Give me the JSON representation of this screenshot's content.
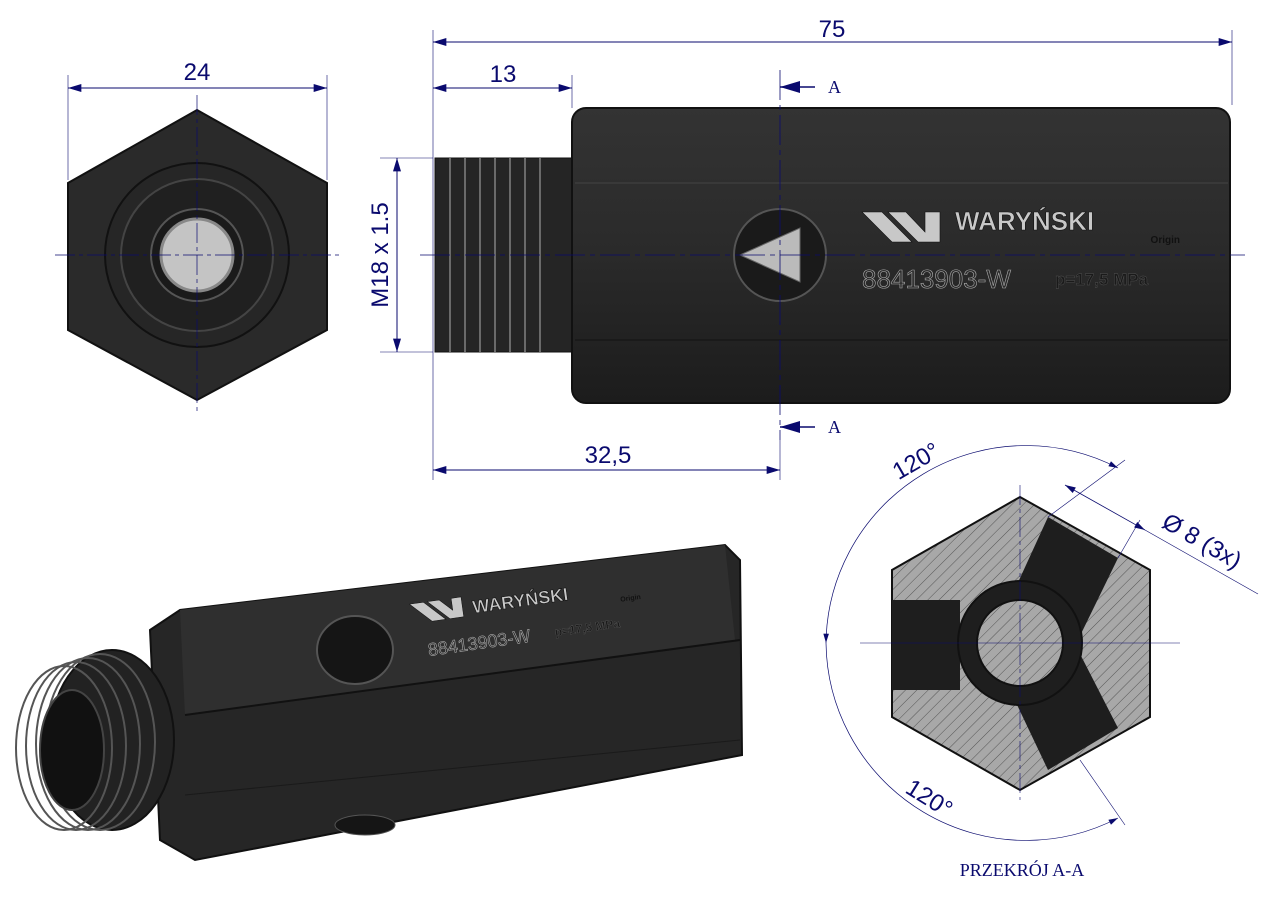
{
  "dimensions": {
    "across_flats": "24",
    "total_length": "75",
    "thread_length": "13",
    "hole_position": "32,5",
    "thread": "M18 x 1.5",
    "angle_top": "120°",
    "angle_bottom": "120°",
    "hole_diameter": "Ø 8  (3x)"
  },
  "section": {
    "marker_top": "A",
    "marker_bottom": "A",
    "caption": "PRZEKRÓJ A-A"
  },
  "marking": {
    "brand": "WARYŃSKI",
    "sub_brand": "Origin",
    "part_number": "88413903-W",
    "pressure": "p=17,5 MPa"
  },
  "colors": {
    "dimension": "#0a0a6e",
    "body": "#2b2b2b",
    "section_fill": "#a8a8a8"
  }
}
